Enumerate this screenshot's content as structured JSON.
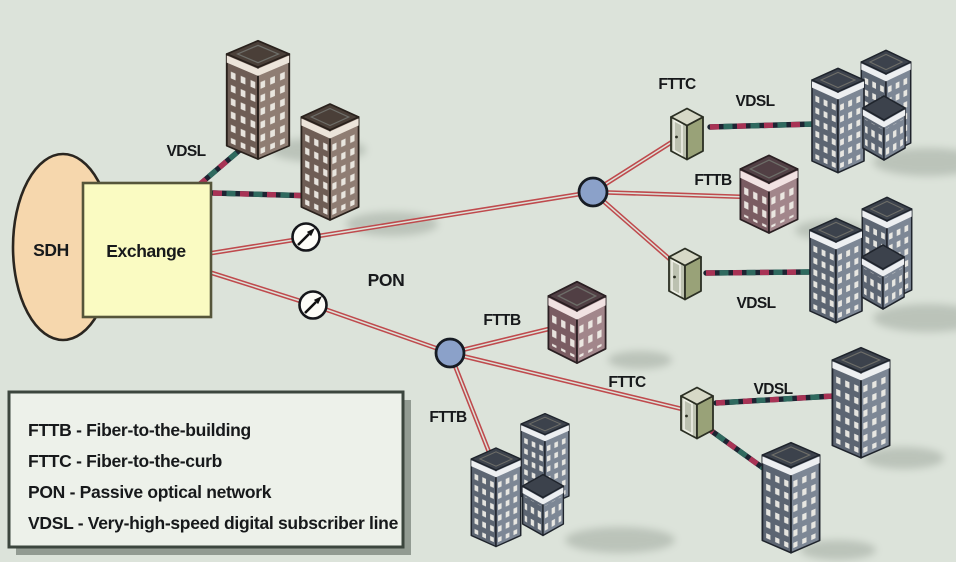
{
  "diagram": {
    "sdh_label": "SDH",
    "exchange_label": "Exchange",
    "pon_label": "PON",
    "labels": {
      "vdsl_exchange": "VDSL",
      "fttc_top": "FTTC",
      "vdsl_top_right": "VDSL",
      "fttb_top_right": "FTTB",
      "vdsl_mid_right": "VDSL",
      "fttb_mid": "FTTB",
      "fttb_bottom": "FTTB",
      "fttc_bottom": "FTTC",
      "vdsl_bottom_right": "VDSL"
    },
    "colors": {
      "background": "#dce3da",
      "fiber_red": "#bf4a4d",
      "cable_dark": "#1d2432",
      "cable_red": "#a83355",
      "cable_teal": "#2f6a5f",
      "splitter_node_blue": "#8ba1c9",
      "sdh_fill": "#f6d7ad",
      "exchange_fill": "#fafbc2",
      "cabinet_olive": "#99a278",
      "building_brown": "#8f7d73",
      "building_blue": "#7d8795",
      "building_pink": "#a2868b"
    }
  },
  "legend": {
    "items": [
      "FTTB - Fiber-to-the-building",
      "FTTC - Fiber-to-the-curb",
      "PON - Passive optical network",
      "VDSL - Very-high-speed digital subscriber line"
    ]
  }
}
